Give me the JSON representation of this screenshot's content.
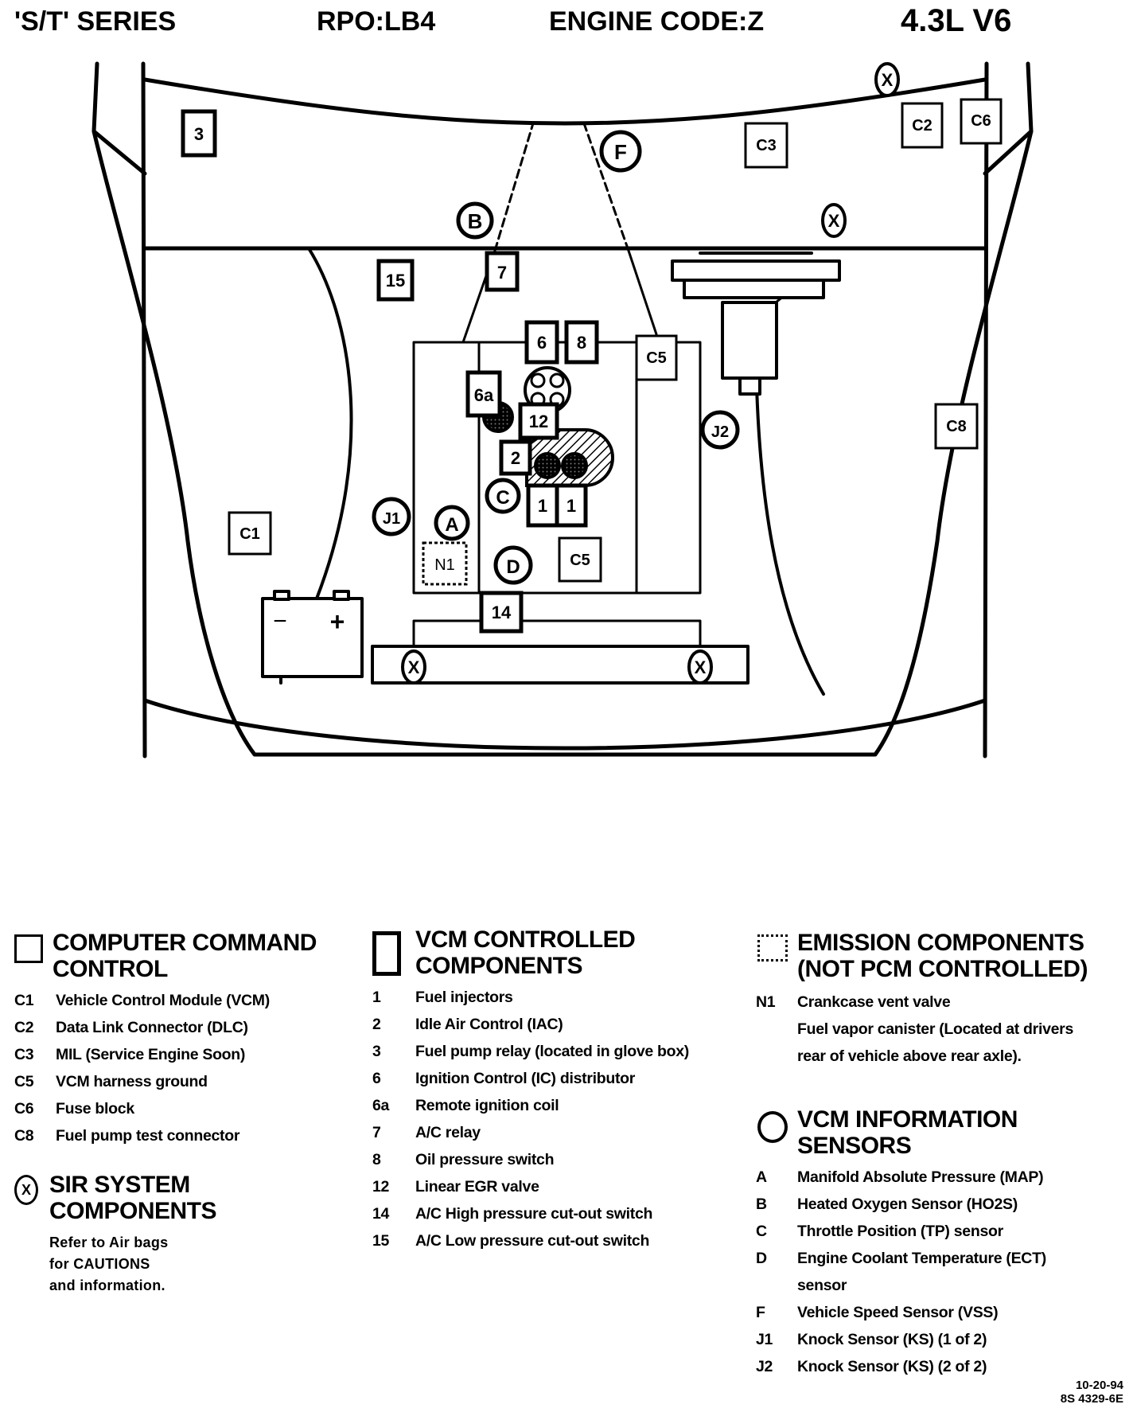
{
  "header": {
    "series": "'S/T' SERIES",
    "rpo": "RPO:LB4",
    "engine_code": "ENGINE CODE:Z",
    "engine": "4.3L  V6"
  },
  "diagram": {
    "labels": {
      "c1": "C1",
      "c2": "C2",
      "c3": "C3",
      "c5_top": "C5",
      "c5_low": "C5",
      "c6": "C6",
      "c8": "C8",
      "n1": "N1",
      "n3": "3",
      "n15": "15",
      "n7": "7",
      "n6": "6",
      "n8": "8",
      "n6a": "6a",
      "n12": "12",
      "n2": "2",
      "n1a": "1",
      "n1b": "1",
      "n14": "14",
      "a": "A",
      "b": "B",
      "c": "C",
      "d": "D",
      "f": "F",
      "j1": "J1",
      "j2": "J2",
      "x": "X",
      "minus": "−",
      "plus": "+"
    }
  },
  "legend_ccc": {
    "title": "COMPUTER COMMAND CONTROL",
    "items": [
      {
        "code": "C1",
        "label": "Vehicle Control Module (VCM)"
      },
      {
        "code": "C2",
        "label": "Data Link Connector (DLC)"
      },
      {
        "code": "C3",
        "label": "MIL (Service Engine Soon)"
      },
      {
        "code": "C5",
        "label": "VCM harness ground"
      },
      {
        "code": "C6",
        "label": "Fuse block"
      },
      {
        "code": "C8",
        "label": "Fuel pump test connector"
      }
    ]
  },
  "legend_sir": {
    "symbol": "X",
    "title": "SIR SYSTEM COMPONENTS",
    "note_1": "Refer to Air bags",
    "note_2": "for CAUTIONS",
    "note_3": "and information."
  },
  "legend_vcm": {
    "title": "VCM CONTROLLED COMPONENTS",
    "items": [
      {
        "code": "1",
        "label": "Fuel injectors"
      },
      {
        "code": "2",
        "label": "Idle Air Control (IAC)"
      },
      {
        "code": "3",
        "label": "Fuel pump relay (located in glove box)"
      },
      {
        "code": "6",
        "label": "Ignition Control (IC) distributor"
      },
      {
        "code": "6a",
        "label": "Remote ignition coil"
      },
      {
        "code": "7",
        "label": "A/C relay"
      },
      {
        "code": "8",
        "label": "Oil pressure switch"
      },
      {
        "code": "12",
        "label": "Linear EGR valve"
      },
      {
        "code": "14",
        "label": "A/C High pressure cut-out  switch"
      },
      {
        "code": "15",
        "label": "A/C Low pressure cut-out switch"
      }
    ]
  },
  "legend_emission": {
    "title_1": "EMISSION COMPONENTS",
    "title_2": "(NOT PCM CONTROLLED)",
    "items": [
      {
        "code": "N1",
        "label": "Crankcase vent valve"
      },
      {
        "code": "",
        "label": "Fuel vapor canister (Located at drivers"
      },
      {
        "code": "",
        "label": "rear of vehicle above rear axle)."
      }
    ]
  },
  "legend_sensors": {
    "title": "VCM INFORMATION SENSORS",
    "items": [
      {
        "code": "A",
        "label": "Manifold Absolute Pressure (MAP)"
      },
      {
        "code": "B",
        "label": "Heated Oxygen Sensor (HO2S)"
      },
      {
        "code": "C",
        "label": "Throttle Position (TP) sensor"
      },
      {
        "code": "D",
        "label": "Engine Coolant Temperature (ECT)"
      },
      {
        "code": "",
        "label": "sensor"
      },
      {
        "code": "F",
        "label": "Vehicle Speed Sensor (VSS)"
      },
      {
        "code": "J1",
        "label": "Knock Sensor (KS) (1 of 2)"
      },
      {
        "code": "J2",
        "label": "Knock Sensor (KS) (2 of 2)"
      }
    ]
  },
  "footer": {
    "date": "10-20-94",
    "doc_number": "8S 4329-6E"
  }
}
